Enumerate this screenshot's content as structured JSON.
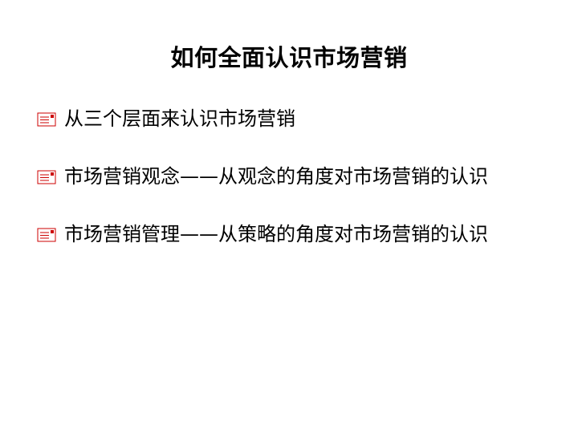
{
  "slide": {
    "title": "如何全面认识市场营销",
    "bullets": [
      {
        "icon": "memo-note-icon",
        "text": "从三个层面来认识市场营销"
      },
      {
        "icon": "memo-note-icon",
        "text": "市场营销观念——从观念的角度对市场营销的认识"
      },
      {
        "icon": "memo-note-icon",
        "text": "市场营销管理——从策略的角度对市场营销的认识"
      }
    ]
  },
  "colors": {
    "background": "#ffffff",
    "text": "#000000",
    "bullet_accent": "#cc0000"
  }
}
